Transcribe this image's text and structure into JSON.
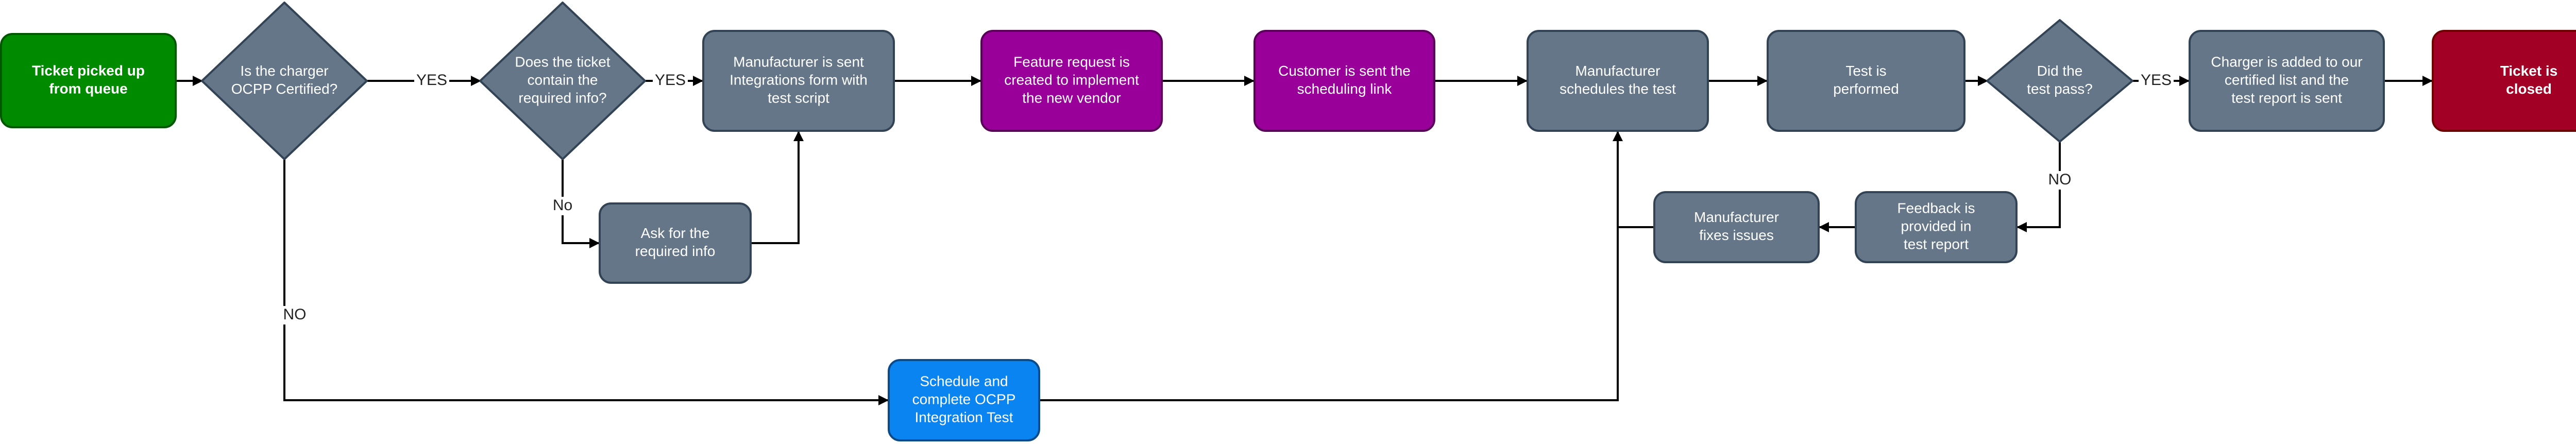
{
  "colors": {
    "green": "#008a00",
    "green_stroke": "#005700",
    "gray": "#647687",
    "gray_stroke": "#314354",
    "purple": "#990099",
    "purple_stroke": "#5a005a",
    "blue": "#0a84f0",
    "blue_stroke": "#0b4b8a",
    "red": "#a20025",
    "red_stroke": "#6f0000"
  },
  "nodes": {
    "start": {
      "lines": [
        "Ticket picked up",
        "from queue"
      ]
    },
    "ocpp_certified": {
      "lines": [
        "Is the charger",
        "OCPP Certified?"
      ]
    },
    "ticket_info": {
      "lines": [
        "Does the ticket",
        "contain the",
        "required info?"
      ]
    },
    "ask_info": {
      "lines": [
        "Ask for the",
        "required info"
      ]
    },
    "integrations_form": {
      "lines": [
        "Manufacturer is sent",
        "Integrations form with",
        "test script"
      ]
    },
    "feature_request": {
      "lines": [
        "Feature request is",
        "created to implement",
        "the new vendor"
      ]
    },
    "scheduling_link": {
      "lines": [
        "Customer is sent the",
        "scheduling link"
      ]
    },
    "schedule_ocpp": {
      "lines": [
        "Schedule and",
        "complete OCPP",
        "Integration Test"
      ]
    },
    "schedules_test": {
      "lines": [
        "Manufacturer",
        "schedules the test"
      ]
    },
    "test_performed": {
      "lines": [
        "Test is",
        "performed"
      ]
    },
    "test_pass": {
      "lines": [
        "Did the",
        "test pass?"
      ]
    },
    "certified_list": {
      "lines": [
        "Charger is added to our",
        "certified list and the",
        "test report is sent"
      ]
    },
    "closed": {
      "lines": [
        "Ticket is",
        "closed"
      ]
    },
    "feedback": {
      "lines": [
        "Feedback is",
        "provided in",
        "test report"
      ]
    },
    "fixes": {
      "lines": [
        "Manufacturer",
        "fixes issues"
      ]
    }
  },
  "edge_labels": {
    "yes_1": "YES",
    "yes_2": "YES",
    "no_1": "No",
    "no_2": "NO",
    "yes_3": "YES",
    "no_3": "NO"
  }
}
